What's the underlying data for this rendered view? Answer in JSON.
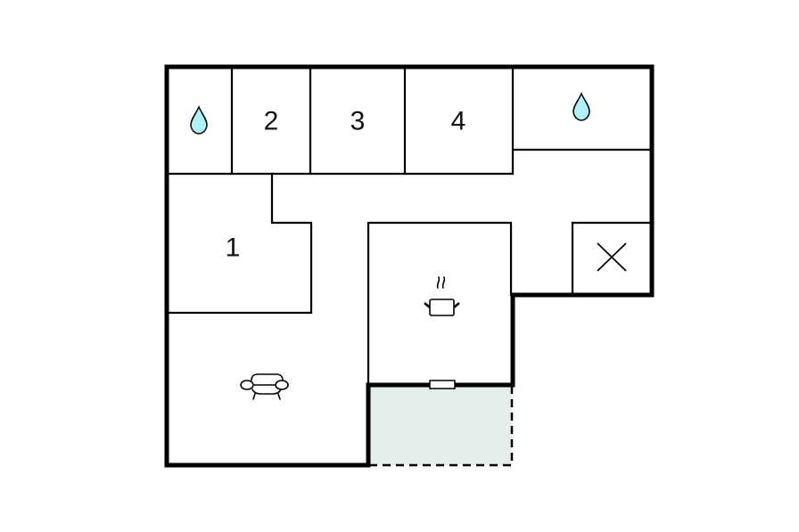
{
  "plan": {
    "type": "floor-plan",
    "colors": {
      "wall": "#000000",
      "background": "#ffffff",
      "terrace_fill": "#e6eeed",
      "water_drop": "#aef2f7"
    },
    "rooms": [
      {
        "id": "bathroom-1",
        "label": "",
        "icon": "water-drop-icon"
      },
      {
        "id": "bedroom-2",
        "label": "2",
        "icon": ""
      },
      {
        "id": "bedroom-3",
        "label": "3",
        "icon": ""
      },
      {
        "id": "bedroom-4",
        "label": "4",
        "icon": ""
      },
      {
        "id": "bathroom-2",
        "label": "",
        "icon": "water-drop-icon"
      },
      {
        "id": "bedroom-1",
        "label": "1",
        "icon": ""
      },
      {
        "id": "kitchen",
        "label": "",
        "icon": "cooking-pot-icon"
      },
      {
        "id": "utility",
        "label": "",
        "icon": "x-cross-icon"
      },
      {
        "id": "living-room",
        "label": "",
        "icon": "sofa-icon"
      },
      {
        "id": "terrace",
        "label": "",
        "icon": ""
      }
    ],
    "labels": {
      "room1": "1",
      "room2": "2",
      "room3": "3",
      "room4": "4"
    }
  }
}
